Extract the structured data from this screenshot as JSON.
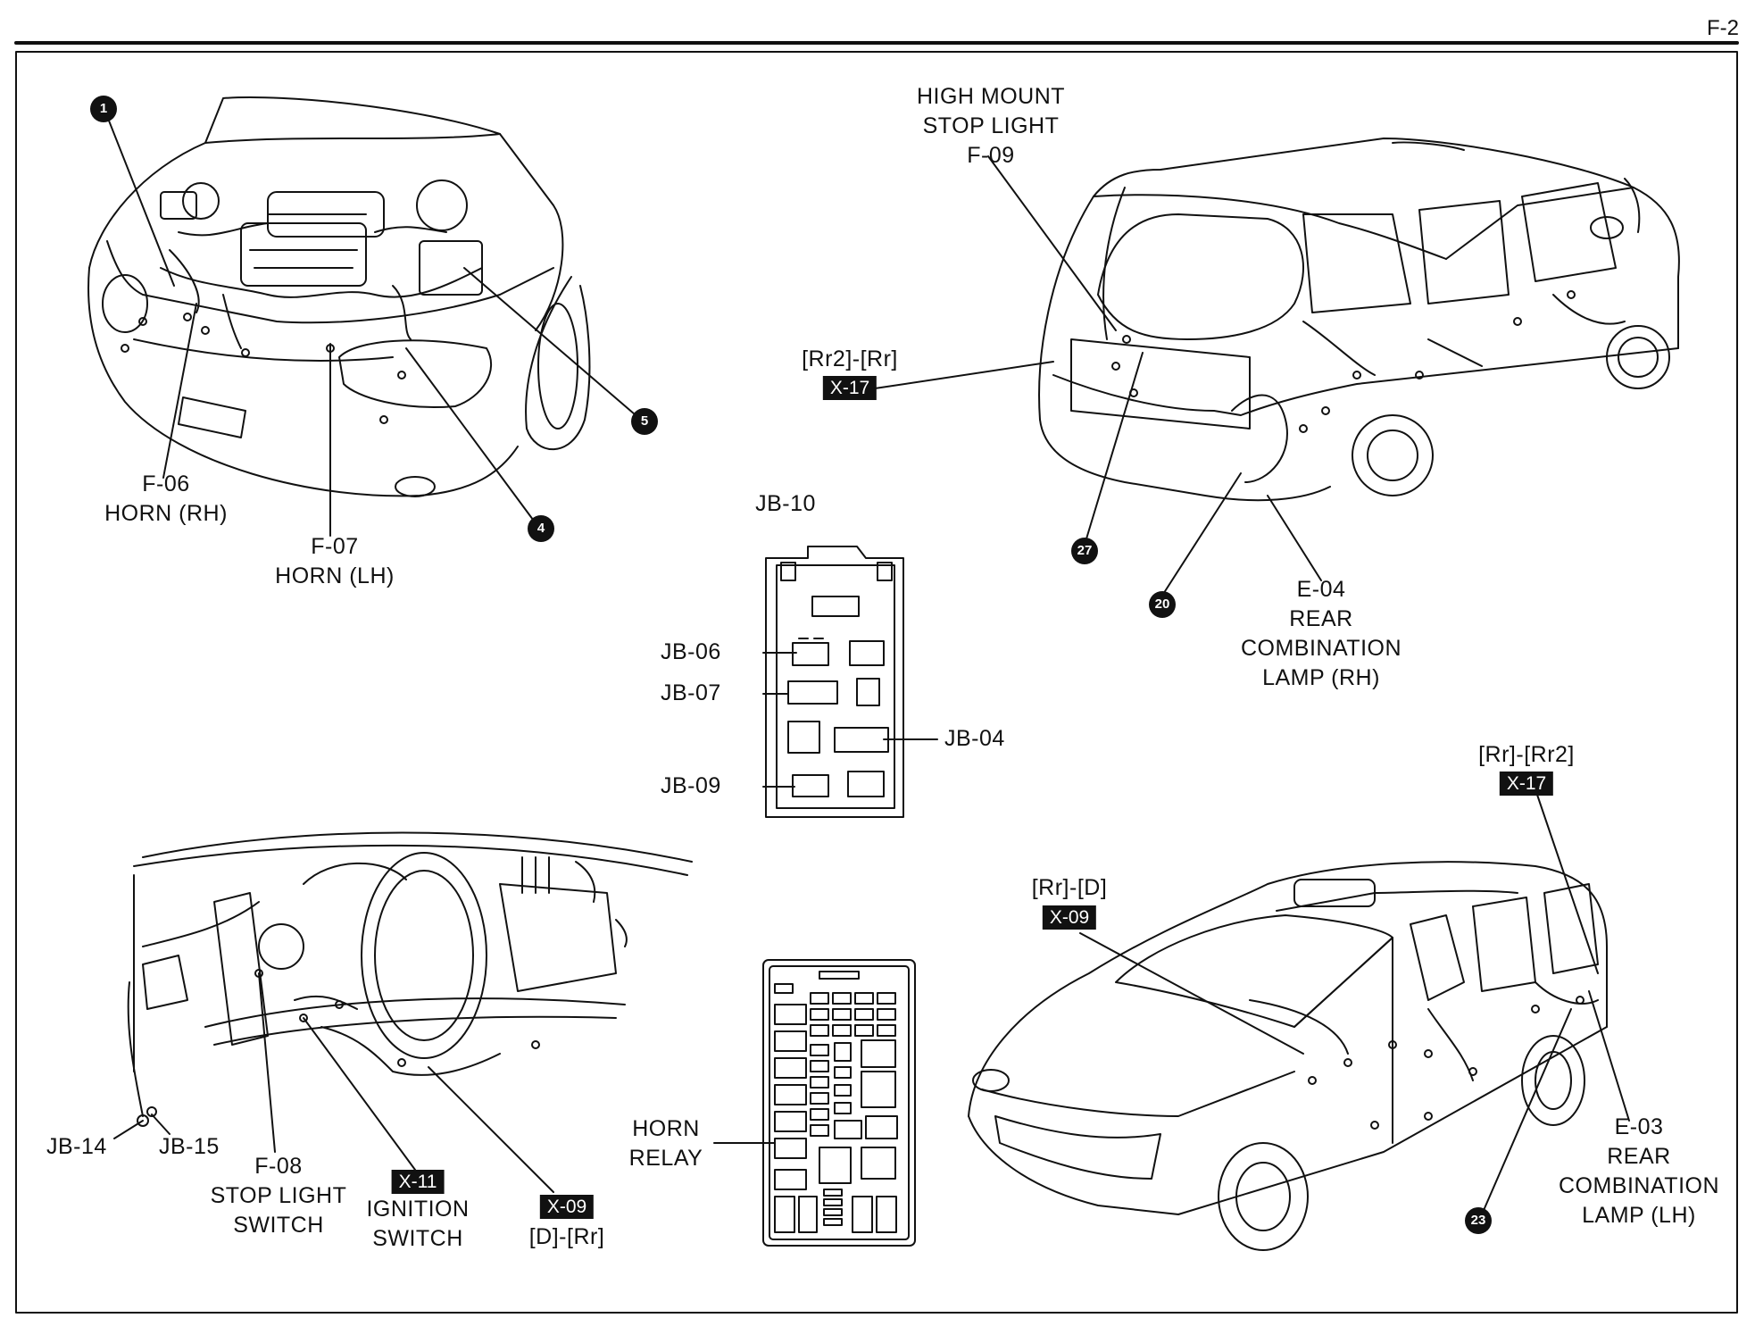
{
  "page": {
    "number": "F-2"
  },
  "engine_bay": {
    "labels": {
      "horn_rh_code": "F-06",
      "horn_rh_name": "HORN (RH)",
      "horn_lh_code": "F-07",
      "horn_lh_name": "HORN (LH)"
    },
    "markers": [
      "1",
      "5",
      "4"
    ]
  },
  "rear_view": {
    "stop_light": [
      "HIGH MOUNT",
      "STOP LIGHT",
      "F-09"
    ],
    "connector_pair": "[Rr2]-[Rr]",
    "connector_tag": "X-17",
    "lamp_rh": [
      "E-04",
      "REAR",
      "COMBINATION",
      "LAMP (RH)"
    ],
    "markers": [
      "27",
      "20"
    ]
  },
  "junction_block": {
    "title": "JB-10",
    "left_labels": [
      "JB-06",
      "JB-07",
      "JB-09"
    ],
    "right_label": "JB-04"
  },
  "dashboard": {
    "jb_left": "JB-14",
    "jb_right": "JB-15",
    "stop_switch": [
      "F-08",
      "STOP LIGHT",
      "SWITCH"
    ],
    "ignition_tag": "X-11",
    "ignition_name": [
      "IGNITION",
      "SWITCH"
    ],
    "x09_tag": "X-09",
    "x09_pair": "[D]-[Rr]"
  },
  "relay_box": {
    "label": [
      "HORN",
      "RELAY"
    ]
  },
  "front_view": {
    "x09_pair": "[Rr]-[D]",
    "x09_tag": "X-09",
    "x17_pair": "[Rr]-[Rr2]",
    "x17_tag": "X-17",
    "lamp_lh": [
      "E-03",
      "REAR",
      "COMBINATION",
      "LAMP (LH)"
    ],
    "markers": [
      "23"
    ]
  }
}
